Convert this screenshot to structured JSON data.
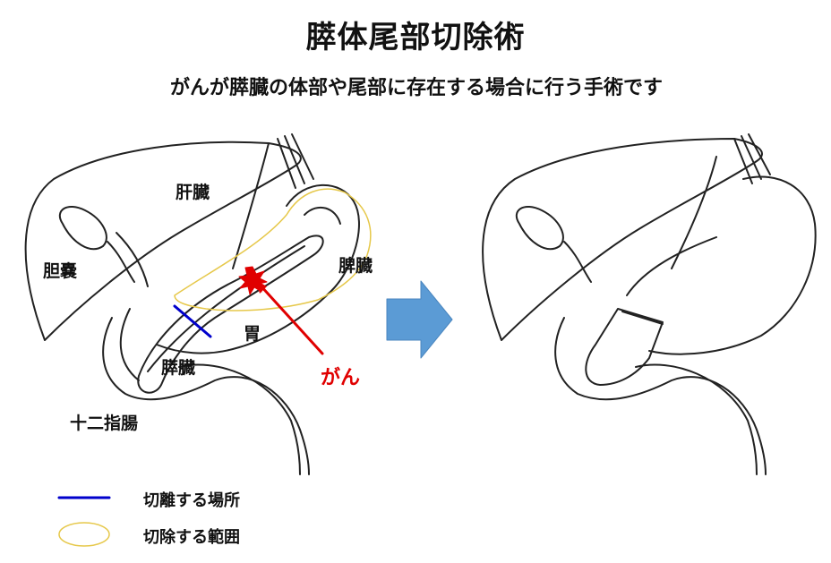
{
  "title": "膵体尾部切除術",
  "subtitle": "がんが膵臓の体部や尾部に存在する場合に行う手術です",
  "labels": {
    "liver": "肝臓",
    "gallbladder": "胆嚢",
    "spleen": "脾臓",
    "stomach": "胃",
    "pancreas": "膵臓",
    "duodenum": "十二指腸",
    "cancer": "がん"
  },
  "legend": {
    "cut_line": "切離する場所",
    "resection_area": "切除する範囲"
  },
  "colors": {
    "cut_line": "#0000cc",
    "resection_area": "#e6c84a",
    "cancer": "#e00000",
    "arrow": "#5b9bd5"
  }
}
